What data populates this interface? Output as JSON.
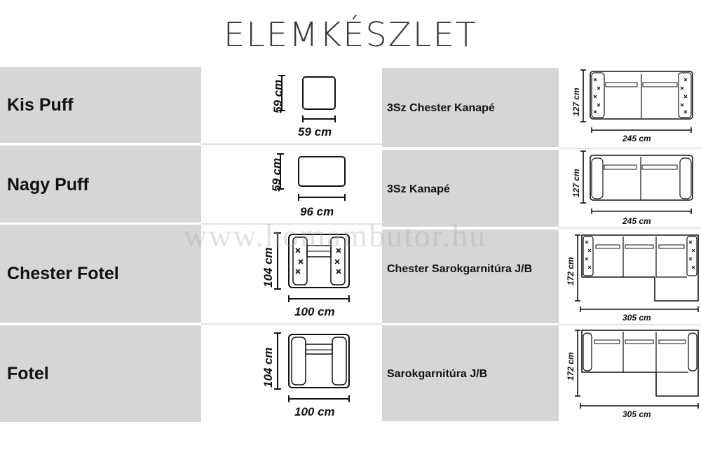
{
  "title": "ELEMKÉSZLET",
  "watermark": "www.homambutor.hu",
  "left_items": [
    {
      "label": "Kis Puff",
      "height": "59 cm",
      "width": "59 cm",
      "icon": "pouf-small-icon"
    },
    {
      "label": "Nagy Puff",
      "height": "59 cm",
      "width": "96 cm",
      "icon": "pouf-large-icon"
    },
    {
      "label": "Chester Fotel",
      "height": "104 cm",
      "width": "100 cm",
      "icon": "chester-armchair-icon"
    },
    {
      "label": "Fotel",
      "height": "104 cm",
      "width": "100 cm",
      "icon": "armchair-icon"
    }
  ],
  "right_items": [
    {
      "label": "3Sz Chester Kanapé",
      "height": "127 cm",
      "width": "245 cm",
      "icon": "chester-sofa-icon"
    },
    {
      "label": "3Sz Kanapé",
      "height": "127 cm",
      "width": "245 cm",
      "icon": "sofa-icon"
    },
    {
      "label": "Chester Sarokgarnitúra J/B",
      "height": "172 cm",
      "width": "305 cm",
      "icon": "chester-corner-sofa-icon"
    },
    {
      "label": "Sarokgarnitúra J/B",
      "height": "172 cm",
      "width": "305 cm",
      "icon": "corner-sofa-icon"
    }
  ]
}
